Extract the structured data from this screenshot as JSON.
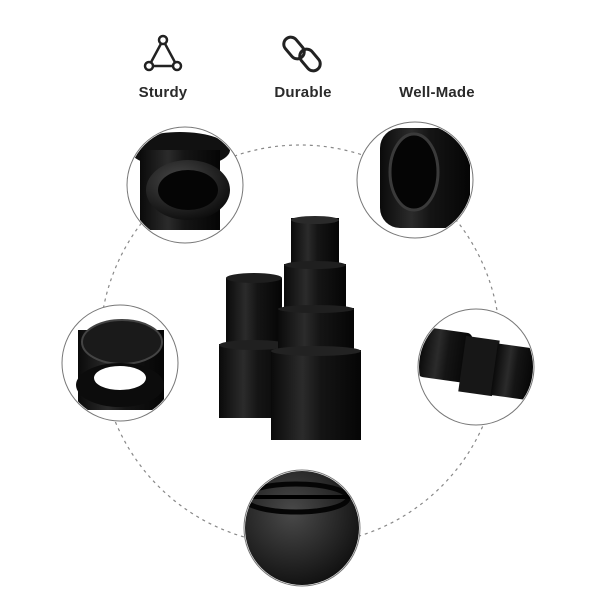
{
  "features": [
    {
      "label": "Sturdy",
      "icon": "triangle-nodes-icon"
    },
    {
      "label": "Durable",
      "icon": "chain-links-icon"
    },
    {
      "label": "Well-Made",
      "icon": ""
    }
  ],
  "colors": {
    "product": "#111111",
    "highlight": "#3a3a3a",
    "ring": "#666666",
    "text": "#2a2a2a"
  }
}
